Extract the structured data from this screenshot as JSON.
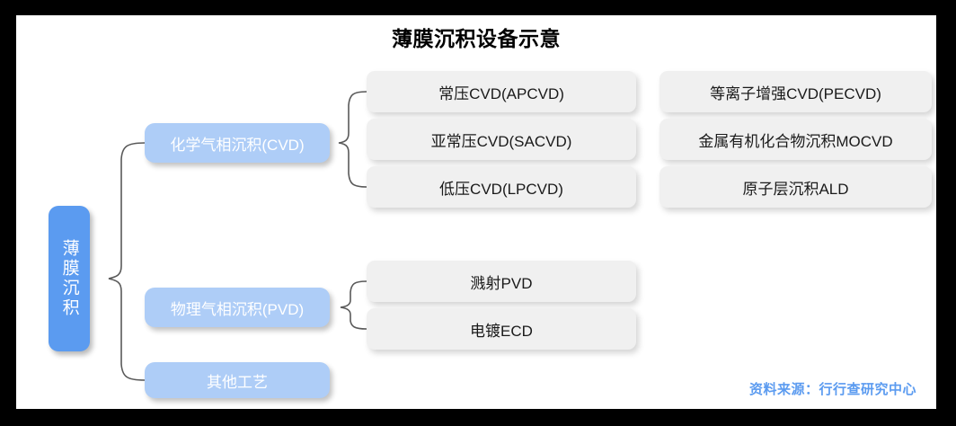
{
  "title": "薄膜沉积设备示意",
  "colors": {
    "root_blue": "#5b9bf0",
    "category_blue": "#aecdf7",
    "leaf_gray": "#f0f0f0",
    "source_blue": "#5b9bf0",
    "connector_gray": "#595959",
    "border_black": "#000000",
    "canvas_white": "#ffffff"
  },
  "root": {
    "label": "薄膜沉积"
  },
  "categories": [
    {
      "id": "cvd",
      "label": "化学气相沉积(CVD)"
    },
    {
      "id": "pvd",
      "label": "物理气相沉积(PVD)"
    },
    {
      "id": "other",
      "label": "其他工艺"
    }
  ],
  "leaves": {
    "cvd_column_1": [
      {
        "label": "常压CVD(APCVD)"
      },
      {
        "label": "亚常压CVD(SACVD)"
      },
      {
        "label": "低压CVD(LPCVD)"
      }
    ],
    "cvd_column_2": [
      {
        "label": "等离子增强CVD(PECVD)"
      },
      {
        "label": "金属有机化合物沉积MOCVD"
      },
      {
        "label": "原子层沉积ALD"
      }
    ],
    "pvd_column_1": [
      {
        "label": "溅射PVD"
      },
      {
        "label": "电镀ECD"
      }
    ]
  },
  "source": "资料来源：行行查研究中心"
}
